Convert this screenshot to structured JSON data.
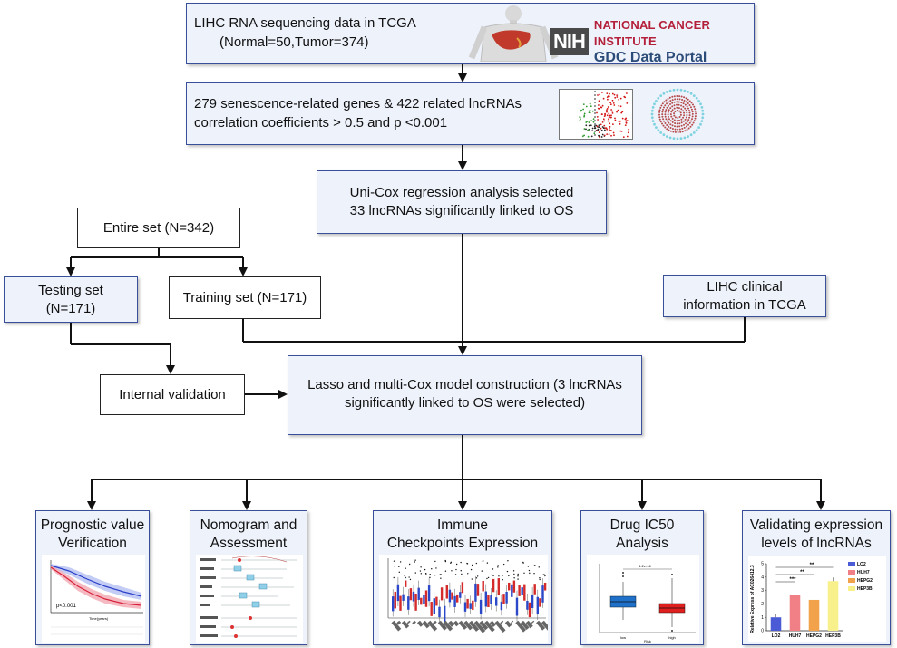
{
  "boxes": {
    "tcga_line1": "LIHC RNA sequencing data in TCGA",
    "tcga_line2": "(Normal=50,Tumor=374)",
    "genes_line1": "279 senescence-related genes & 422 related lncRNAs",
    "genes_line2": "correlation coefficients > 0.5 and p <0.001",
    "unicox_line1": "Uni-Cox regression analysis selected",
    "unicox_line2": "33 lncRNAs significantly linked to OS",
    "entire": "Entire set (N=342)",
    "testing_line1": "Testing set",
    "testing_line2": "(N=171)",
    "training": "Training set (N=171)",
    "clinical_line1": "LIHC clinical",
    "clinical_line2": "information in TCGA",
    "internal": "Internal validation",
    "lasso_line1": "Lasso and multi-Cox model construction (3 lncRNAs",
    "lasso_line2": "significantly linked to OS were selected)"
  },
  "logo": {
    "nih": "NIH",
    "nci": "NATIONAL CANCER INSTITUTE",
    "gdc": "GDC Data Portal"
  },
  "panels": [
    {
      "line1": "Prognostic value",
      "line2": "Verification"
    },
    {
      "line1": "Nomogram and",
      "line2": "Assessment"
    },
    {
      "line1": "Immune",
      "line2": "Checkpoints Expression"
    },
    {
      "line1": "Drug IC50",
      "line2": "Analysis"
    },
    {
      "line1": "Validating expression",
      "line2": "levels of lncRNAs"
    }
  ],
  "validation_chart": {
    "ylabel": "Relative Express of AC026412.3",
    "legend": [
      "LO2",
      "HUH7",
      "HEPG2",
      "HEP3B"
    ],
    "colors": [
      "#4b5bd6",
      "#f07f86",
      "#f2a24a",
      "#f8f08a"
    ],
    "values": [
      1.0,
      2.7,
      2.3,
      3.7
    ],
    "ylim": [
      0,
      5
    ],
    "yticks": [
      "0",
      "1",
      "2",
      "3",
      "4",
      "5"
    ],
    "sig": [
      "***",
      "**",
      "**"
    ]
  },
  "km_chart": {
    "pvalue": "p<0.001",
    "xlabel": "Time(years)"
  },
  "ic50_chart": {
    "xlabel": "Risk",
    "categories": [
      "low",
      "high"
    ],
    "pvalue": "1.2e-16"
  }
}
